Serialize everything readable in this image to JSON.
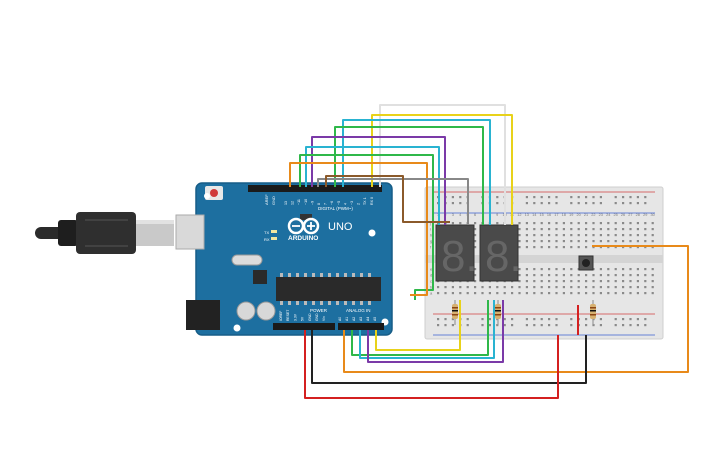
{
  "board": {
    "aref_label": "AREF",
    "gnd_label": "GND",
    "digital_label": "DIGITAL (PWM~)",
    "logo_label": "ARDUINO",
    "uno_label": "UNO",
    "tx_label": "TX",
    "rx_label": "RX",
    "power_label": "POWER",
    "analog_label": "ANALOG IN",
    "power_pins": [
      "IOREF",
      "RESET",
      "3.3V",
      "5V",
      "GND",
      "GND",
      "Vin"
    ],
    "analog_pins": [
      "A0",
      "A1",
      "A2",
      "A3",
      "A4",
      "A5"
    ],
    "digital_pins": [
      "13",
      "12",
      "~11",
      "~10",
      "~9",
      "8",
      "7",
      "~6",
      "~5",
      "4",
      "~3",
      "2",
      "TX 1",
      "RX 0"
    ]
  },
  "breadboard": {
    "column_numbers": [
      "1",
      "2",
      "3",
      "4",
      "5",
      "6",
      "7",
      "8",
      "9",
      "10",
      "11",
      "12",
      "13",
      "14",
      "15",
      "16",
      "17",
      "18",
      "19",
      "20",
      "21",
      "22",
      "23",
      "24",
      "25",
      "26",
      "27",
      "28",
      "29",
      "30"
    ],
    "row_letters_top": [
      "j",
      "i",
      "h",
      "g",
      "f"
    ],
    "row_letters_bottom": [
      "e",
      "d",
      "c",
      "b",
      "a"
    ]
  },
  "displays": [
    {
      "digit": "8."
    },
    {
      "digit": "8."
    }
  ],
  "colors": {
    "board": "#1d6fa0",
    "board_edge": "#175d87",
    "breadboard": "#e6e6e6",
    "wire_orange": "#e88a1a",
    "wire_yellow": "#e8d21a",
    "wire_green": "#2fb84a",
    "wire_purple": "#7b3aa8",
    "wire_cyan": "#29b3d1",
    "wire_white": "#e8e8e8",
    "wire_brown": "#8b5a2b",
    "wire_gray": "#888888",
    "wire_red": "#d42020",
    "wire_black": "#222222"
  }
}
